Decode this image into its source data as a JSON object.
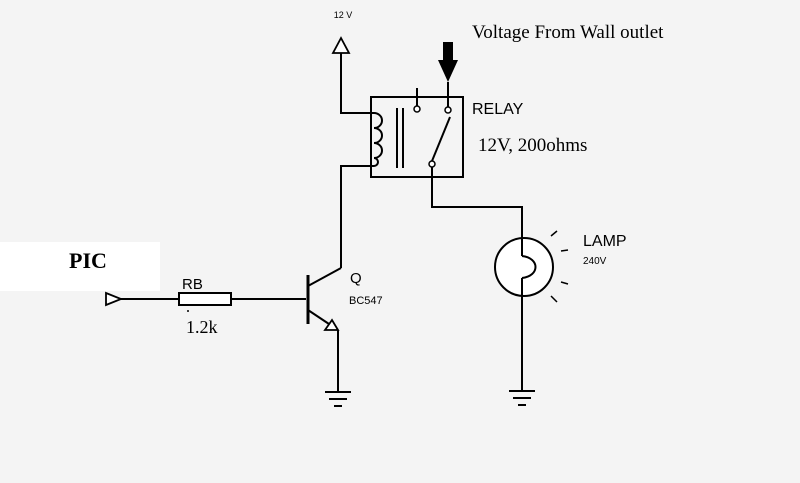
{
  "labels": {
    "supply": "12 V",
    "mains": "Voltage From Wall outlet",
    "relay_name": "RELAY",
    "relay_spec": "12V, 200ohms",
    "lamp_name": "LAMP",
    "lamp_voltage": "240V",
    "pic": "PIC",
    "resistor_name": "RB",
    "resistor_value": "1.2k",
    "transistor_name": "Q",
    "transistor_part": "BC547"
  },
  "colors": {
    "background": "#f4f4f4",
    "pic_box": "#ffffff",
    "ink": "#000000"
  }
}
